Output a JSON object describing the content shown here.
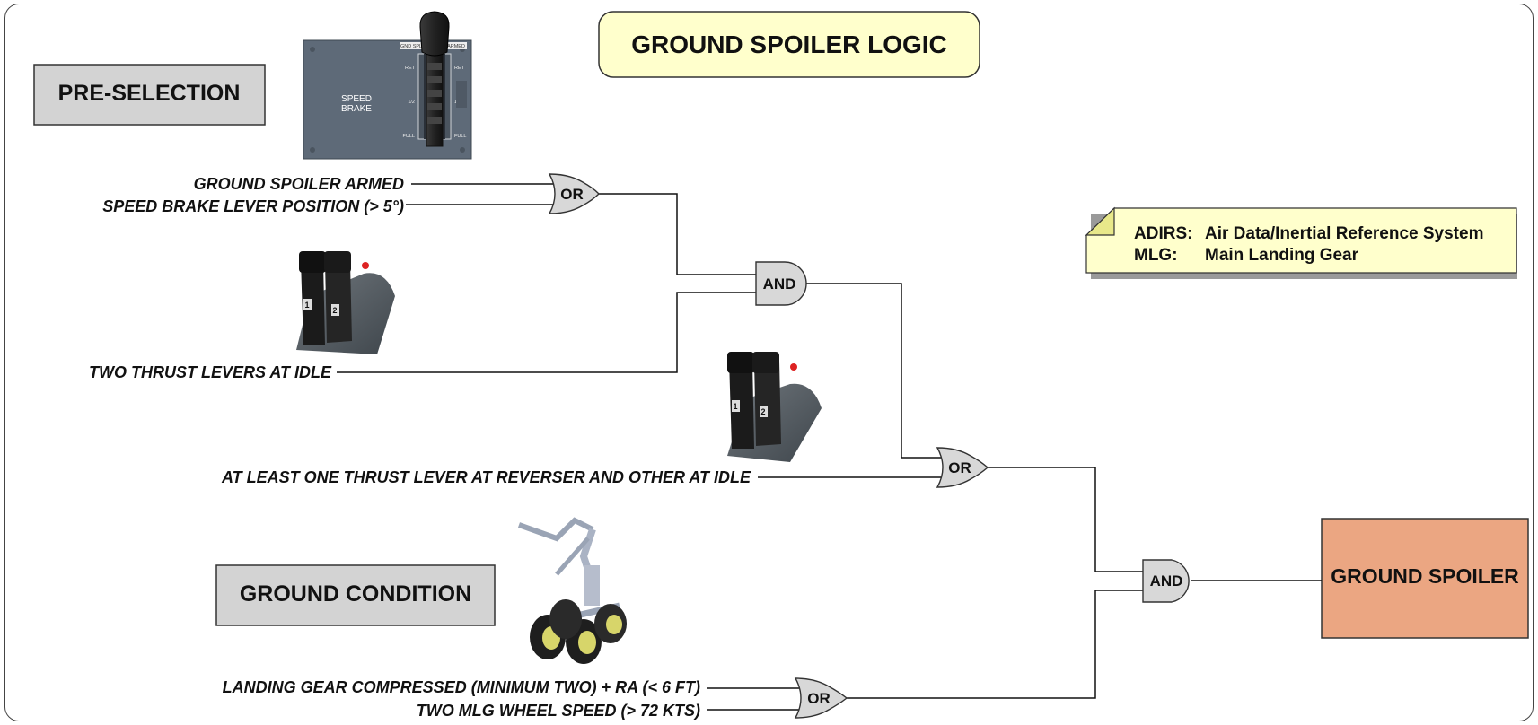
{
  "title": "GROUND SPOILER LOGIC",
  "boxes": {
    "pre_selection": "PRE-SELECTION",
    "ground_condition": "GROUND CONDITION",
    "output": "GROUND SPOILER"
  },
  "inputs": {
    "spoiler_armed": "GROUND SPOILER ARMED",
    "speed_brake_position": "SPEED BRAKE LEVER POSITION (> 5°)",
    "thrust_idle": "TWO THRUST LEVERS AT IDLE",
    "reverser": "AT LEAST ONE THRUST LEVER AT REVERSER AND OTHER AT IDLE",
    "gear_compressed": "LANDING GEAR COMPRESSED (MINIMUM TWO) + RA (< 6 FT)",
    "wheel_speed": "TWO MLG WHEEL SPEED (> 72 KTS)"
  },
  "gates": {
    "or1": "OR",
    "and1": "AND",
    "or2": "OR",
    "and2": "AND",
    "or3": "OR"
  },
  "legend": {
    "adirs_abbr": "ADIRS:",
    "adirs_def": "Air Data/Inertial Reference System",
    "mlg_abbr": "MLG:",
    "mlg_def": "Main Landing Gear"
  },
  "speed_brake_panel": {
    "label_line1": "SPEED",
    "label_line2": "BRAKE",
    "ret_left": "RET",
    "ret_right": "RET",
    "half_left": "1/2",
    "half_right": "1/2",
    "full_left": "FULL",
    "full_right": "FULL",
    "gnd_spir": "GND SPLR",
    "armed": "ARMED"
  },
  "thrust_lever_numbers": [
    "1",
    "2"
  ],
  "colors": {
    "title_fill": "#ffffcc",
    "box_fill": "#d3d3d3",
    "output_fill": "#eba682",
    "gate_fill": "#d8d8d8",
    "note_fill": "#ffffcc",
    "panel_fill": "#5e6a78"
  }
}
